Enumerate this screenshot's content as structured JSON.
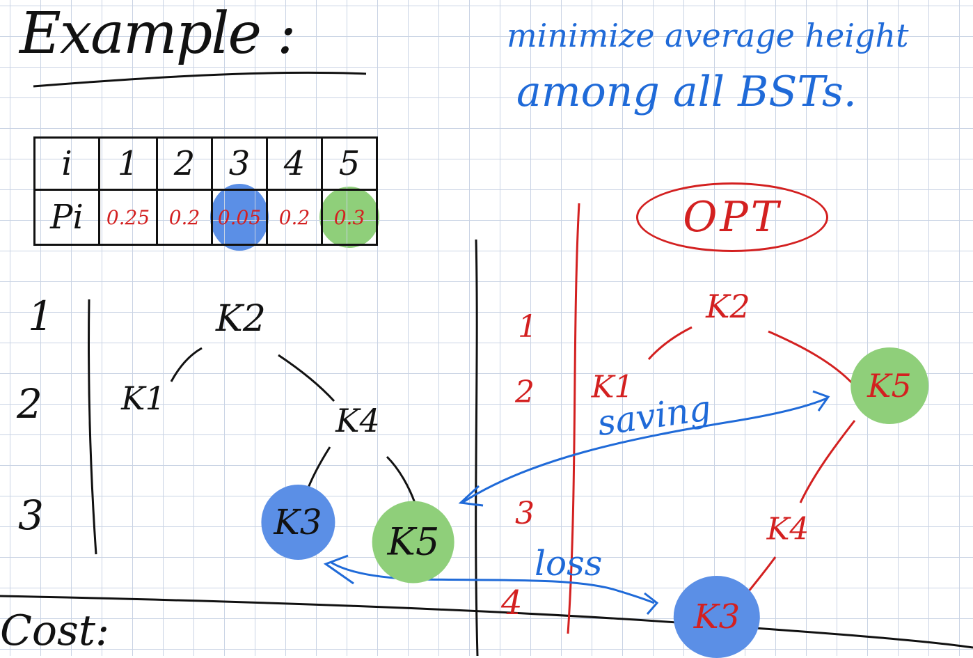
{
  "page": {
    "title": "Example :",
    "note_line1": "minimize average height",
    "note_line2": "among all BSTs.",
    "cost_label": "Cost:",
    "opt_label": "OPT"
  },
  "table": {
    "row_labels": [
      "i",
      "Pi"
    ],
    "indices": [
      "1",
      "2",
      "3",
      "4",
      "5"
    ],
    "probabilities": [
      "0.25",
      "0.2",
      "0.05",
      "0.2",
      "0.3"
    ],
    "highlight_colors": [
      "",
      "",
      "#5b8fe6",
      "",
      "#8fcf7a"
    ]
  },
  "left_tree": {
    "levels": [
      "1",
      "2",
      "3"
    ],
    "nodes": {
      "root": "K2",
      "left": "K1",
      "right": "K4",
      "right_left": "K3",
      "right_right": "K5"
    }
  },
  "right_tree": {
    "levels": [
      "1",
      "2",
      "3",
      "4"
    ],
    "nodes": {
      "root": "K2",
      "left": "K1",
      "right": "K5",
      "right_left": "K4",
      "right_left_right": "K3"
    }
  },
  "annotations": {
    "saving": "saving",
    "loss": "loss"
  },
  "colors": {
    "ink_black": "#111111",
    "ink_blue": "#1f6ad8",
    "ink_red": "#d32020",
    "highlight_blue": "#5b8fe6",
    "highlight_green": "#8fcf7a",
    "grid": "#c9d3e4"
  }
}
